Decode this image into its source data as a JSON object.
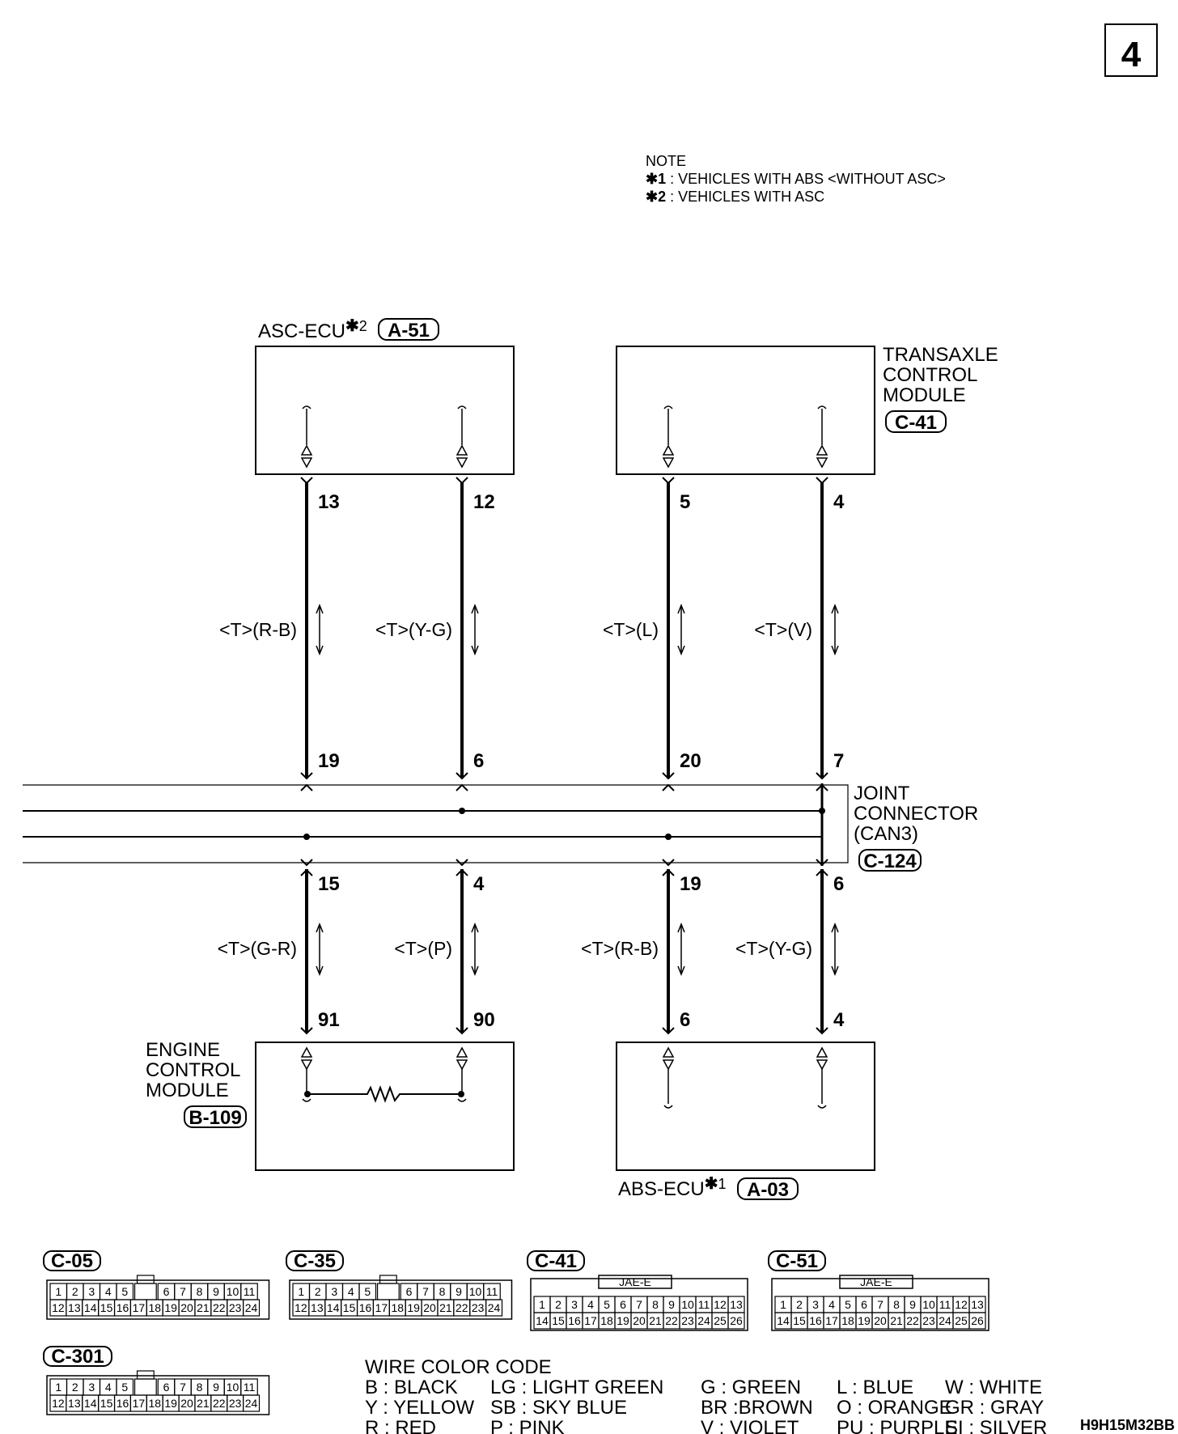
{
  "page_number": "4",
  "note": {
    "title": "NOTE",
    "lines": [
      {
        "mark": "✱",
        "num": "1",
        "text": " : VEHICLES WITH ABS <WITHOUT ASC>"
      },
      {
        "mark": "✱",
        "num": "2",
        "text": " : VEHICLES WITH ASC"
      }
    ]
  },
  "components": {
    "asc_ecu": {
      "label": "ASC-ECU",
      "star": "✱",
      "star_num": "2",
      "connector": "A-51"
    },
    "tcm": {
      "lines": [
        "TRANSAXLE",
        "CONTROL",
        "MODULE"
      ],
      "connector": "C-41"
    },
    "ecm": {
      "lines": [
        "ENGINE",
        "CONTROL",
        "MODULE"
      ],
      "connector": "B-109"
    },
    "abs_ecu": {
      "label": "ABS-ECU",
      "star": "✱",
      "star_num": "1",
      "connector": "A-03"
    },
    "joint": {
      "lines": [
        "JOINT",
        "CONNECTOR",
        "(CAN3)"
      ],
      "connector": "C-124"
    }
  },
  "wires": [
    {
      "top_pin": "13",
      "upper_signal": "<T>(R-B)",
      "joint_top_pin": "19",
      "joint_bottom_pin": "15",
      "lower_signal": "<T>(G-R)",
      "bottom_pin": "91"
    },
    {
      "top_pin": "12",
      "upper_signal": "<T>(Y-G)",
      "joint_top_pin": "6",
      "joint_bottom_pin": "4",
      "lower_signal": "<T>(P)",
      "bottom_pin": "90"
    },
    {
      "top_pin": "5",
      "upper_signal": "<T>(L)",
      "joint_top_pin": "20",
      "joint_bottom_pin": "19",
      "lower_signal": "<T>(R-B)",
      "bottom_pin": "6"
    },
    {
      "top_pin": "4",
      "upper_signal": "<T>(V)",
      "joint_top_pin": "7",
      "joint_bottom_pin": "6",
      "lower_signal": "<T>(Y-G)",
      "bottom_pin": "4"
    }
  ],
  "connector_views": [
    {
      "id": "C-05",
      "type": "24",
      "rows": [
        [
          "1",
          "2",
          "3",
          "4",
          "5",
          "",
          "6",
          "7",
          "8",
          "9",
          "10",
          "11"
        ],
        [
          "12",
          "13",
          "14",
          "15",
          "16",
          "17",
          "18",
          "19",
          "20",
          "21",
          "22",
          "23",
          "24"
        ]
      ]
    },
    {
      "id": "C-35",
      "type": "24",
      "rows": [
        [
          "1",
          "2",
          "3",
          "4",
          "5",
          "",
          "6",
          "7",
          "8",
          "9",
          "10",
          "11"
        ],
        [
          "12",
          "13",
          "14",
          "15",
          "16",
          "17",
          "18",
          "19",
          "20",
          "21",
          "22",
          "23",
          "24"
        ]
      ]
    },
    {
      "id": "C-41",
      "type": "26",
      "tag": "JAE-E",
      "rows": [
        [
          "1",
          "2",
          "3",
          "4",
          "5",
          "6",
          "7",
          "8",
          "9",
          "10",
          "11",
          "12",
          "13"
        ],
        [
          "14",
          "15",
          "16",
          "17",
          "18",
          "19",
          "20",
          "21",
          "22",
          "23",
          "24",
          "25",
          "26"
        ]
      ]
    },
    {
      "id": "C-51",
      "type": "26",
      "tag": "JAE-E",
      "rows": [
        [
          "1",
          "2",
          "3",
          "4",
          "5",
          "6",
          "7",
          "8",
          "9",
          "10",
          "11",
          "12",
          "13"
        ],
        [
          "14",
          "15",
          "16",
          "17",
          "18",
          "19",
          "20",
          "21",
          "22",
          "23",
          "24",
          "25",
          "26"
        ]
      ]
    },
    {
      "id": "C-301",
      "type": "24",
      "rows": [
        [
          "1",
          "2",
          "3",
          "4",
          "5",
          "",
          "6",
          "7",
          "8",
          "9",
          "10",
          "11"
        ],
        [
          "12",
          "13",
          "14",
          "15",
          "16",
          "17",
          "18",
          "19",
          "20",
          "21",
          "22",
          "23",
          "24"
        ]
      ]
    }
  ],
  "wire_color_code": {
    "title": "WIRE COLOR CODE",
    "rows": [
      [
        "B : BLACK",
        "LG : LIGHT GREEN",
        "G : GREEN",
        "L : BLUE",
        "W : WHITE"
      ],
      [
        "Y : YELLOW",
        "SB : SKY BLUE",
        "BR :BROWN",
        "O : ORANGE",
        "GR : GRAY"
      ],
      [
        "R : RED",
        "P : PINK",
        "V : VIOLET",
        "PU : PURPLE",
        "SI : SILVER"
      ]
    ]
  },
  "figure_code": "H9H15M32BB"
}
